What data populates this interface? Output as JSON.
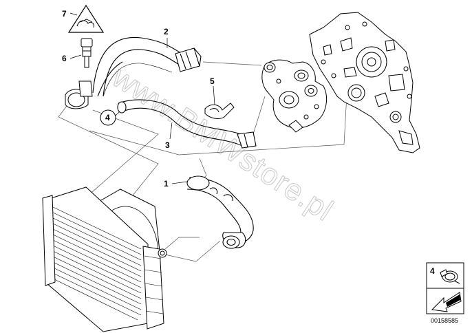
{
  "callouts": {
    "c1": "1",
    "c2": "2",
    "c3": "3",
    "c4": "4",
    "c5": "5",
    "c6": "6",
    "c7": "7"
  },
  "legend": {
    "item_number": "4"
  },
  "watermark": "www.BMWstore.pl",
  "reference_number": "00158585"
}
